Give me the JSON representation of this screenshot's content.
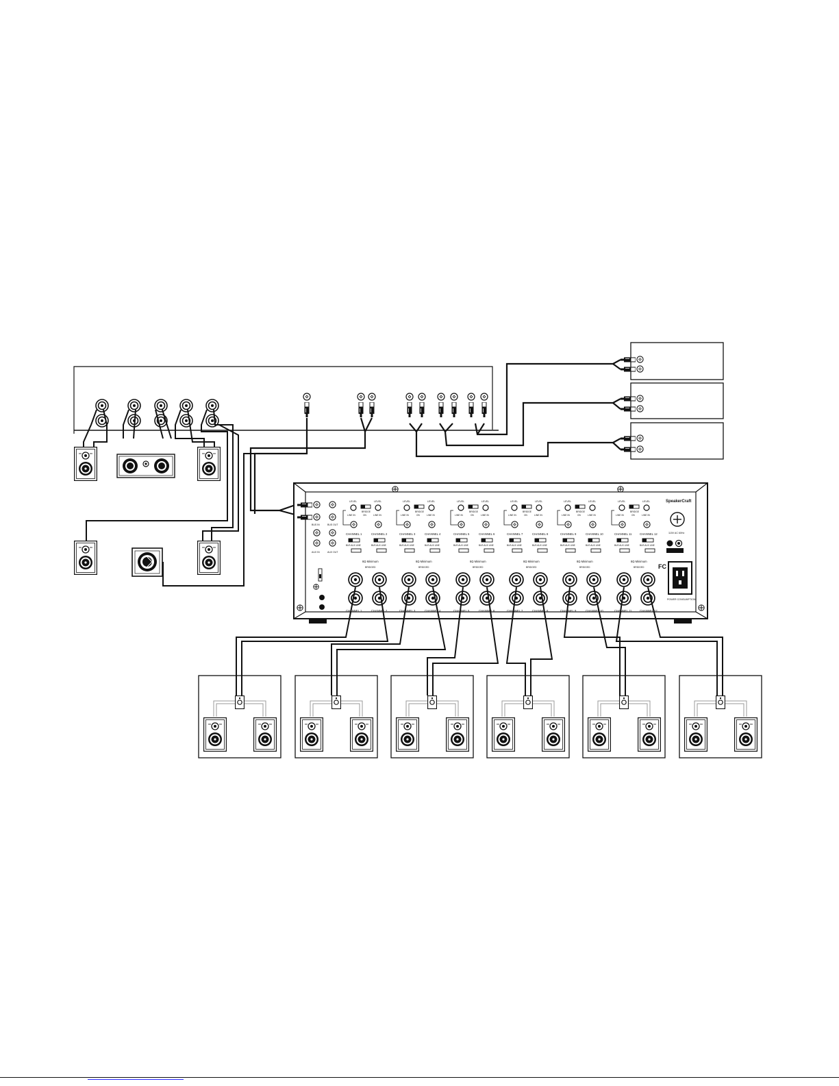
{
  "amplifier": {
    "brand": "SpeakerCraft",
    "bridge_label": "BRIDGE",
    "on_label": "ON",
    "level_label": "LEVEL",
    "line_in_label": "LINE IN",
    "bus_label": "BUS AUX LINE",
    "impedance_label": "8Ω Minimum",
    "bridged_label": "BRIDGED",
    "channels": [
      "CHANNEL 1",
      "CHANNEL 2",
      "CHANNEL 3",
      "CHANNEL 4",
      "CHANNEL 5",
      "CHANNEL 6",
      "CHANNEL 7",
      "CHANNEL 8",
      "CHANNEL 9",
      "CHANNEL 10",
      "CHANNEL 11",
      "CHANNEL 12"
    ],
    "bus_in_label": "BUS IN",
    "bus_out_label": "BUS OUT",
    "aux_in_label": "AUX IN",
    "aux_out_label": "AUX OUT",
    "fcc_mark": "FC",
    "power_label": "POWER CONSUMPTION",
    "voltage_label": "115V AC 60Hz"
  },
  "footer": {
    "rule": true
  }
}
